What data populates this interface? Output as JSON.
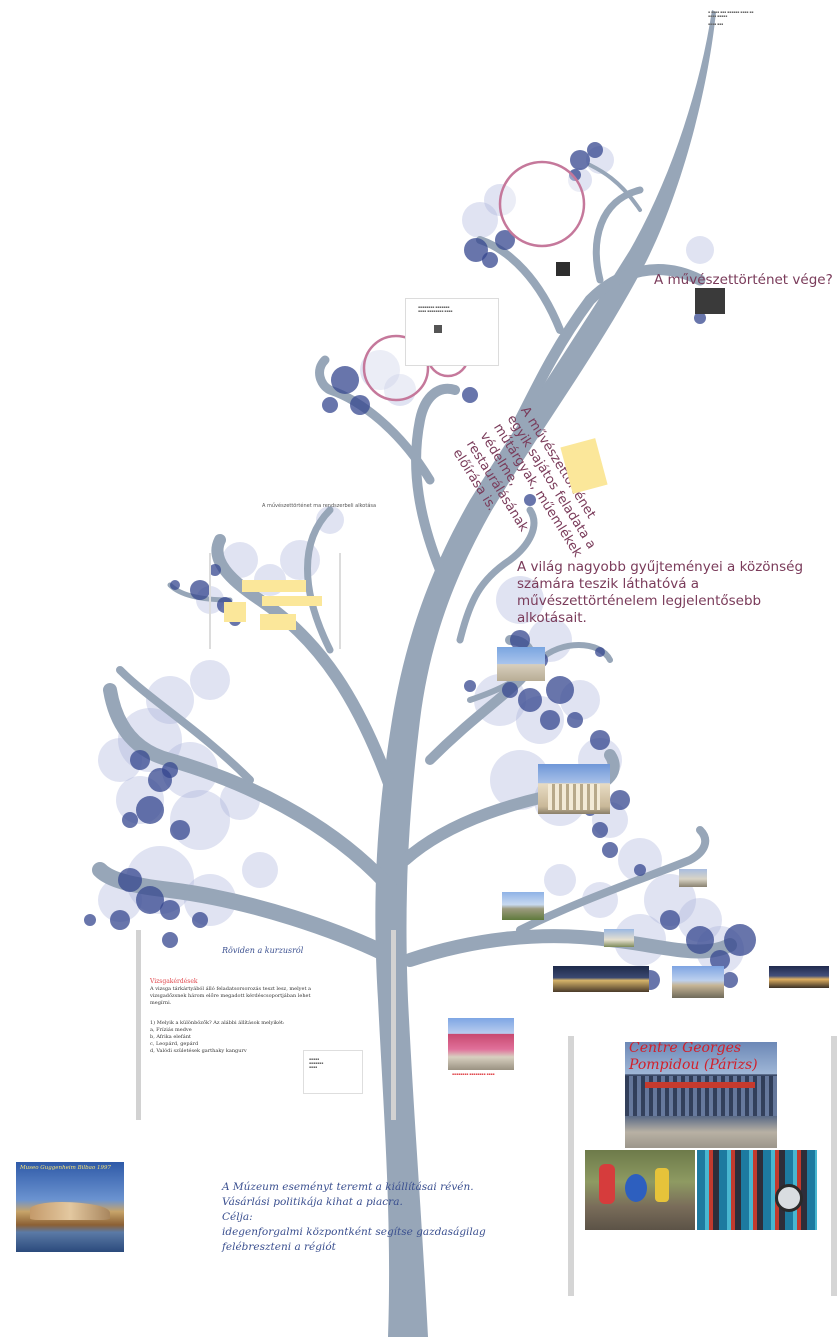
{
  "colors": {
    "trunk": "#97a6b8",
    "bubble_dark": "#35478f",
    "bubble_light": "#a7aedb",
    "ring": "#c5789b",
    "heading_purple": "#7a3b5a",
    "heading_blue": "#3a4f8f",
    "question_red": "#e0474c",
    "note_yellow": "#fbe79a"
  },
  "texts": {
    "art_history_end": "A művészettörténet vége?",
    "task_statement": "A művészettörténet egyik sajátos feladata a műtárgyak, műemlékek védelme, restaurálásának előírása is.",
    "collections": "A világ nagyobb gyűjteményei a közönség számára teszik láthatóvá a művészettörténelem legjelentősebb alkotásait.",
    "branch_caption": "A művészettörténet ma rendszerbeli alkotása",
    "about_exam": "Röviden a kurzusról",
    "exam_heading": "Vizsgakérdések",
    "exam_intro": "A vizsga tárkártyából álló feladatsorsorozás teszt lesz, melyet a vizsgadőzsnek három előre megadott kérdéscsoportjában lehet megírni.",
    "exam_question": "1) Melyik a különbözők? Az alábbi állítások melyikét:",
    "exam_options": [
      "a, Fríziás medve",
      "b, Afrika elefánt",
      "c, Leopárd, gepárd",
      "d, Valódi születések garthaky kangurv"
    ],
    "museum_statement": "A Múzeum eseményt teremt a kiállításai révén.\nVásárlási politikája kihat a piacra.\nCélja:\nidegenforgalmi központként segítse gazdaságilag felébreszteni a régiót",
    "guggenheim_label": "Museo Guggenheim Bilbao 1997",
    "pompidou_title": "Centre Georges Pompidou (Párizs)"
  }
}
